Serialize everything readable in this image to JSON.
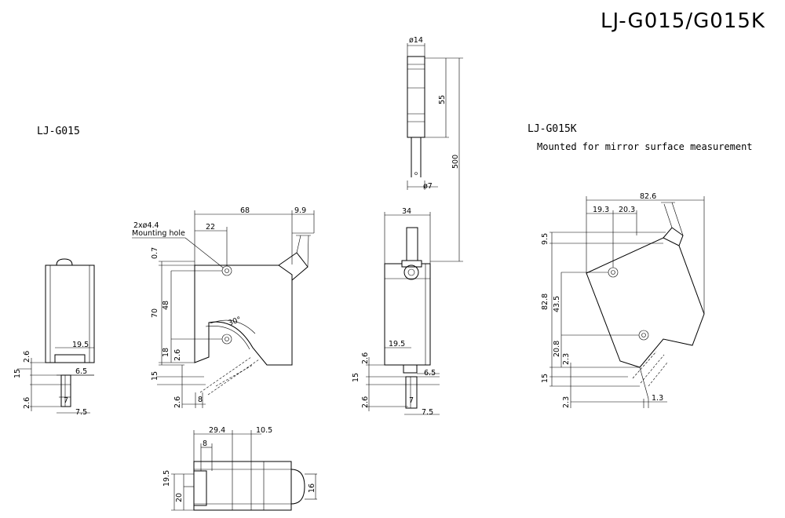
{
  "title": "LJ-G015/G015K",
  "left_label": "LJ-G015",
  "right_label": "LJ-G015K",
  "right_sublabel": "Mounted for mirror surface measurement",
  "callouts": {
    "mounting_hole_size": "2xø4.4",
    "mounting_hole": "Mounting hole"
  },
  "dims": {
    "d_14": "ø14",
    "d_55": "55",
    "d_500": "500",
    "d_7": "ø7",
    "d_68": "68",
    "d_9_9": "9.9",
    "d_22": "22",
    "d_0_7": "0.7",
    "d_70": "70",
    "d_48": "48",
    "d_18": "18",
    "d_15": "15",
    "d_2_6": "2.6",
    "d_30deg": "30°",
    "d_8": "8",
    "d_34": "34",
    "d_19_5": "19.5",
    "d_6_5": "6.5",
    "d_7_5": "7.5",
    "d_7b": "7",
    "d_29_4": "29.4",
    "d_10_5": "10.5",
    "d_20": "20",
    "d_16": "16",
    "d_82_6": "82.6",
    "d_19_3": "19.3",
    "d_20_3": "20.3",
    "d_9_5": "9.5",
    "d_82_8": "82.8",
    "d_43_5": "43.5",
    "d_20_8": "20.8",
    "d_2_3": "2.3",
    "d_1_3": "1.3"
  }
}
